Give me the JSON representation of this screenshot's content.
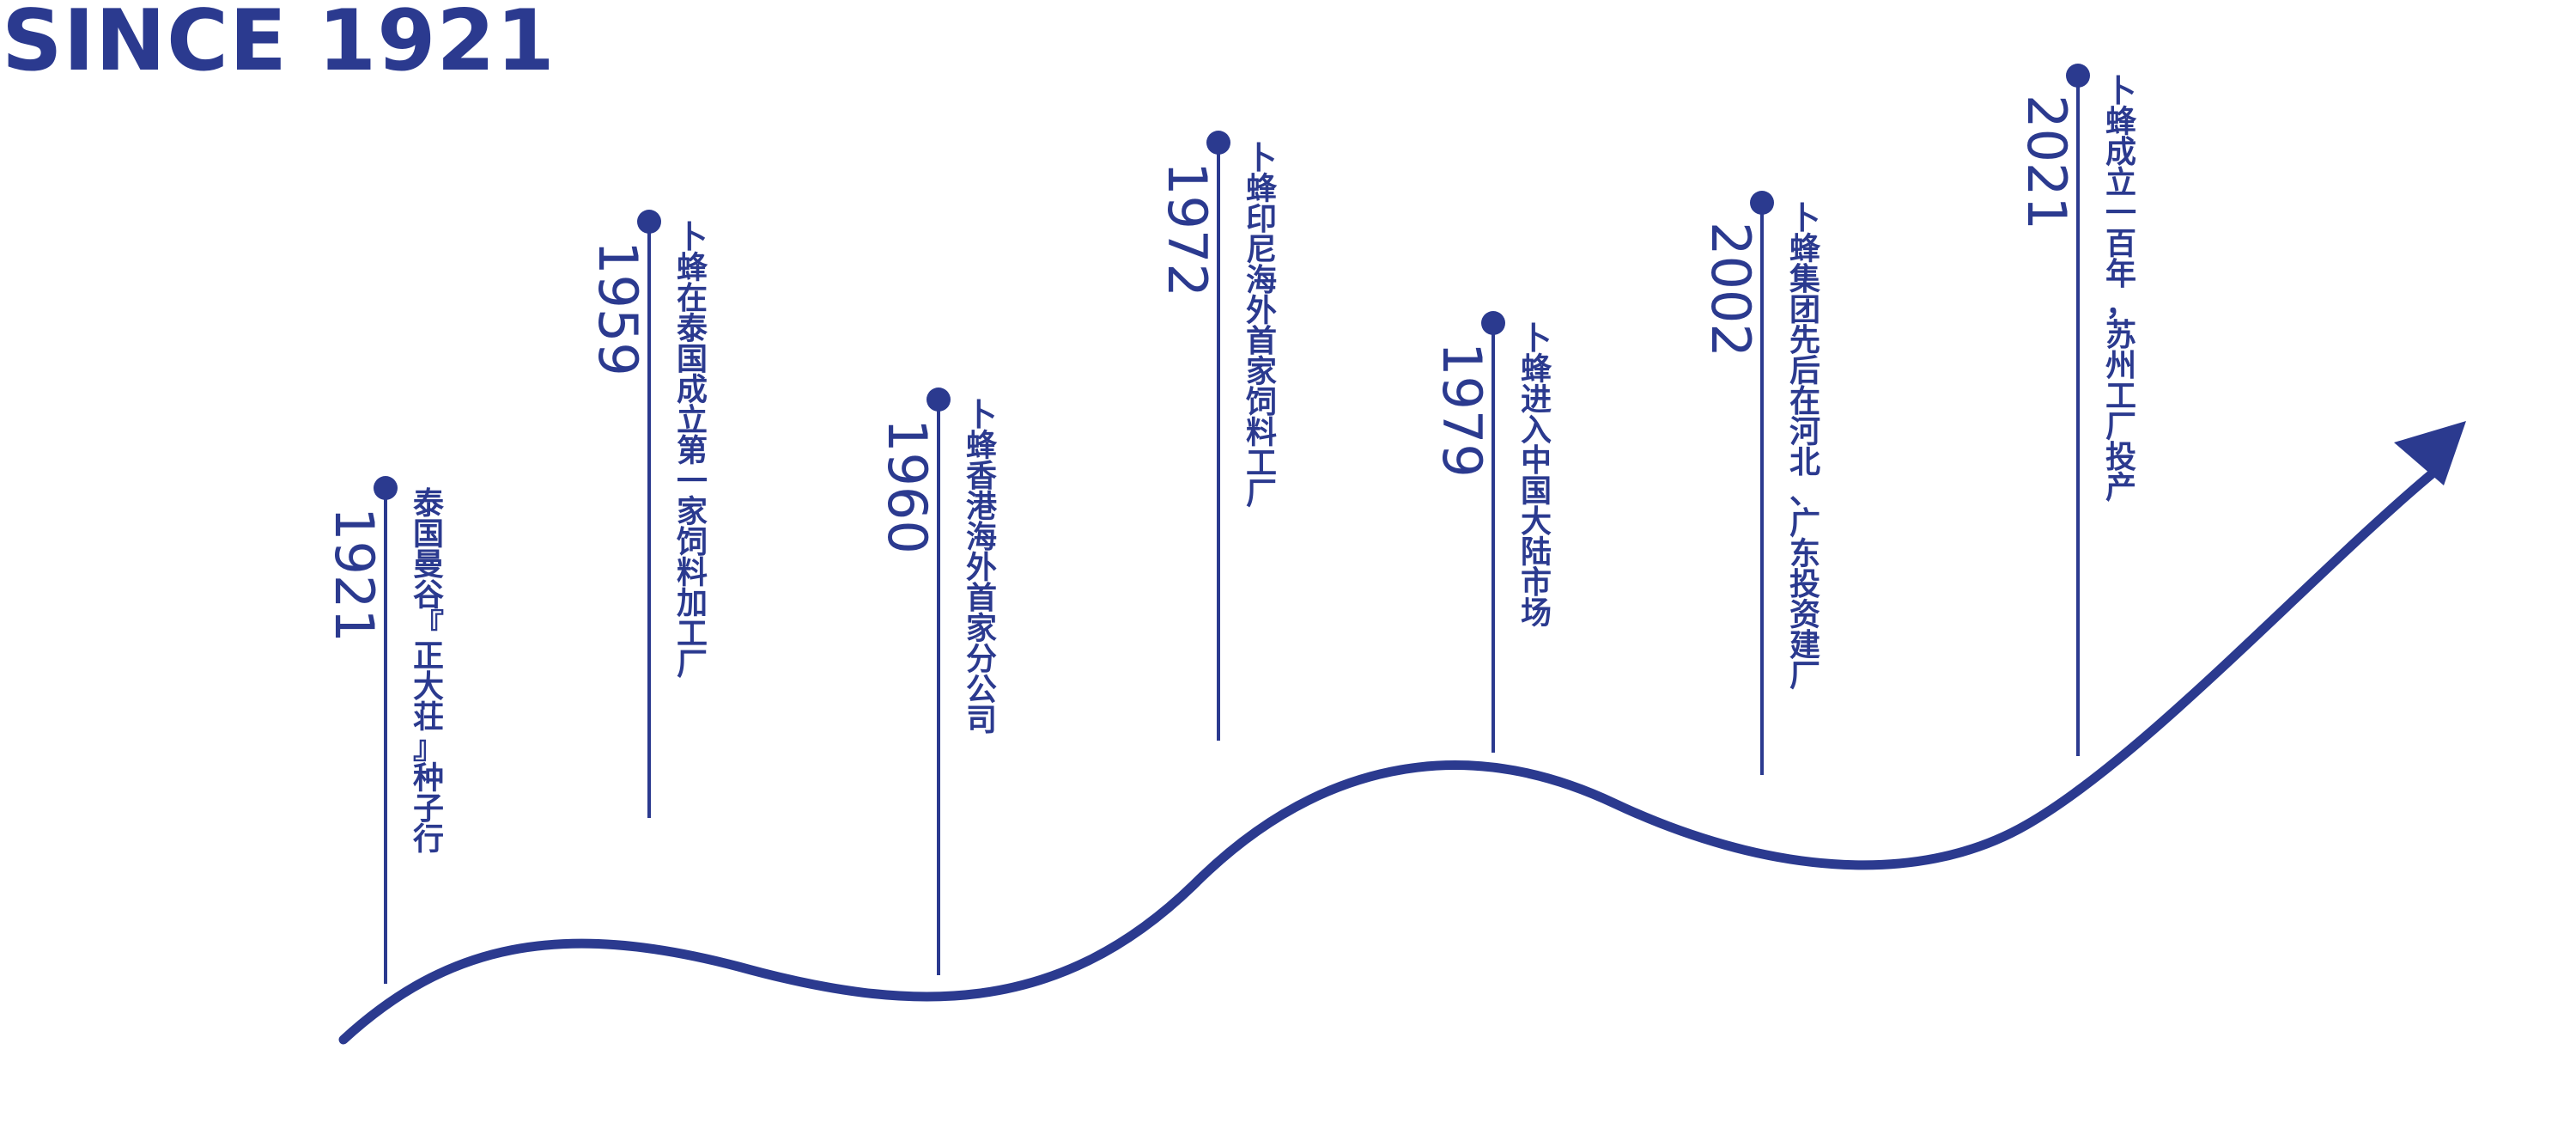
{
  "title": "SINCE 1921",
  "colors": {
    "primary": "#2b3a8f"
  },
  "milestones": [
    {
      "year": "1921",
      "text": "泰国曼谷『正大荘』种子行"
    },
    {
      "year": "1959",
      "text": "卜蜂在泰国成立第一家饲料加工厂"
    },
    {
      "year": "1960",
      "text": "卜蜂香港海外首家分公司"
    },
    {
      "year": "1972",
      "text": "卜蜂印尼海外首家饲料工厂"
    },
    {
      "year": "1979",
      "text": "卜蜂进入中国大陆市场"
    },
    {
      "year": "2002",
      "text": "卜蜂集团先后在河北、广东投资建厂"
    },
    {
      "year": "2021",
      "text": "卜蜂成立一百年，苏州工厂投产"
    }
  ]
}
